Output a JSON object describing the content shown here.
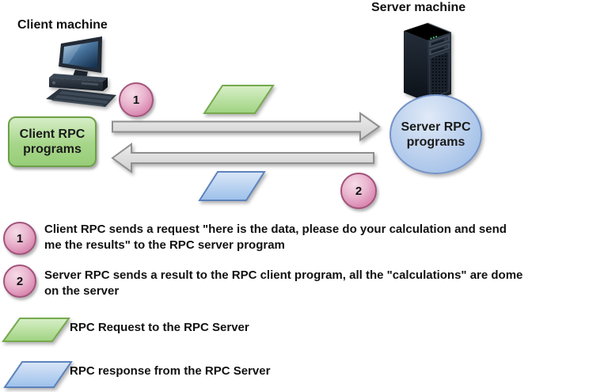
{
  "diagram": {
    "client": {
      "machine_label": "Client machine",
      "program_label": "Client RPC programs"
    },
    "server": {
      "machine_label": "Server machine",
      "program_label": "Server RPC programs"
    },
    "steps": [
      {
        "number": "1"
      },
      {
        "number": "2"
      }
    ],
    "icons": {
      "client_machine": "desktop-computer-icon",
      "server_machine": "server-tower-icon",
      "request_arrow": "right-arrow",
      "response_arrow": "left-arrow",
      "request_shape": "green-parallelogram",
      "response_shape": "blue-parallelogram"
    }
  },
  "legend": {
    "items": [
      {
        "marker": "1",
        "text": "Client RPC sends a request \"here is the data, please do your calculation and send\nme the results\" to the RPC server program"
      },
      {
        "marker": "2",
        "text": "Server RPC sends a result to the RPC client program, all the \"calculations\" are dome\non the server"
      },
      {
        "shape": "green-parallelogram",
        "text": "RPC Request to the RPC Server"
      },
      {
        "shape": "blue-parallelogram",
        "text": "RPC response from the RPC Server"
      }
    ]
  },
  "colors": {
    "green_fill": "#a9d18e",
    "green_border": "#6ca046",
    "blue_fill": "#9cc0ea",
    "blue_border": "#5d83bd",
    "pink_fill": "#d884ad",
    "pink_border": "#a2547b",
    "arrow_fill": "#d9d9d9",
    "arrow_border": "#8f8f8f",
    "background": "#ffffff"
  }
}
